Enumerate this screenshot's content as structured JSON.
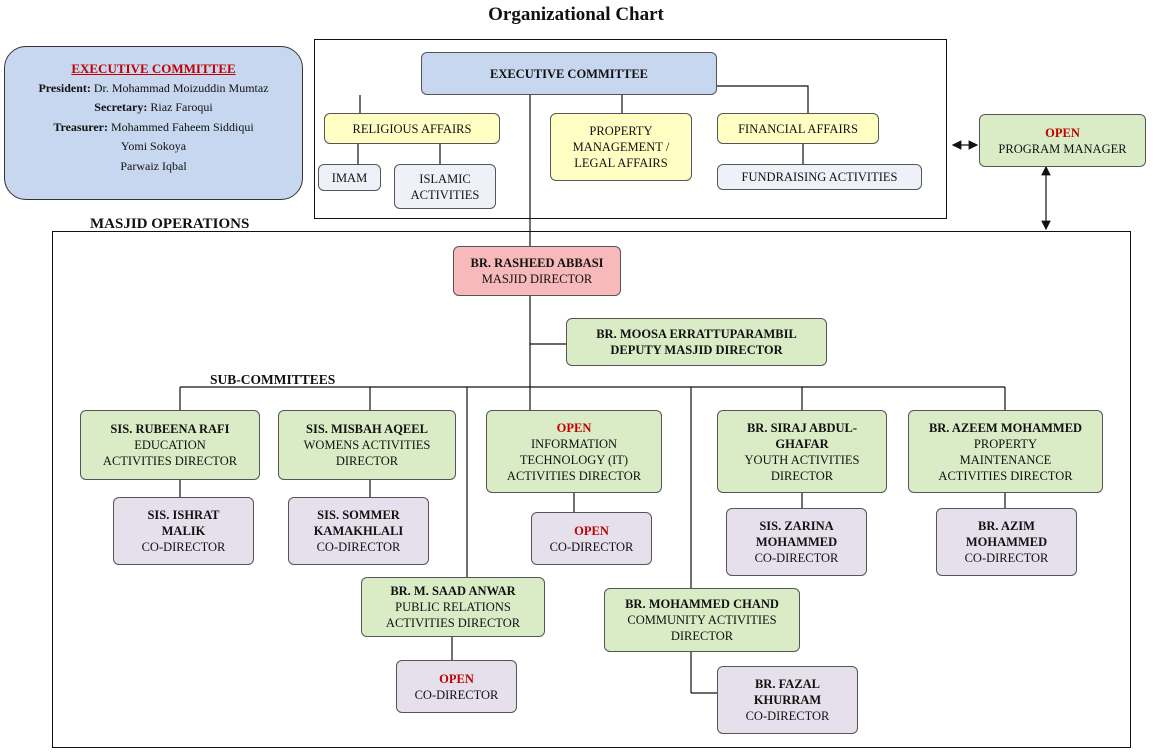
{
  "title": "Organizational Chart",
  "executive_card": {
    "heading": "EXECUTIVE COMMITTEE",
    "members": [
      {
        "role": "President:",
        "name": "Dr. Mohammad Moizuddin  Mumtaz"
      },
      {
        "role": "Secretary:",
        "name": "Riaz Faroqui"
      },
      {
        "role": "Treasurer:",
        "name": "Mohammed Faheem Siddiqui"
      },
      {
        "role": "",
        "name": "Yomi Sokoya"
      },
      {
        "role": "",
        "name": "Parwaiz Iqbal"
      }
    ]
  },
  "top": {
    "executive_committee": "EXECUTIVE COMMITTEE",
    "religious_affairs": "RELIGIOUS AFFAIRS",
    "imam": "IMAM",
    "islamic_activities": [
      "ISLAMIC",
      "ACTIVITIES"
    ],
    "property_legal": [
      "PROPERTY",
      "MANAGEMENT /",
      "LEGAL AFFAIRS"
    ],
    "financial_affairs": "FINANCIAL AFFAIRS",
    "fundraising": "FUNDRAISING ACTIVITIES"
  },
  "program_manager": {
    "status": "OPEN",
    "role": "PROGRAM MANAGER"
  },
  "operations_label": "MASJID OPERATIONS",
  "subcommittees_label": "SUB-COMMITTEES",
  "masjid_director": {
    "name": "BR. RASHEED ABBASI",
    "role": "MASJID DIRECTOR"
  },
  "deputy_director": {
    "name": "BR. MOOSA ERRATTUPARAMBIL",
    "role": "DEPUTY MASJID DIRECTOR"
  },
  "directors": {
    "education": {
      "name": "SIS. RUBEENA RAFI",
      "role": [
        "EDUCATION",
        "ACTIVITIES DIRECTOR"
      ]
    },
    "womens": {
      "name": "SIS. MISBAH AQEEL",
      "role": [
        "WOMENS ACTIVITIES",
        "DIRECTOR"
      ]
    },
    "it": {
      "name": "OPEN",
      "role": [
        "INFORMATION",
        "TECHNOLOGY (IT)",
        "ACTIVITIES DIRECTOR"
      ]
    },
    "youth": {
      "name": [
        "BR. SIRAJ ABDUL-",
        "GHAFAR"
      ],
      "role": [
        "YOUTH ACTIVITIES",
        "DIRECTOR"
      ]
    },
    "property": {
      "name": "BR. AZEEM MOHAMMED",
      "role": [
        "PROPERTY",
        "MAINTENANCE",
        "ACTIVITIES DIRECTOR"
      ]
    },
    "public_relations": {
      "name": "BR. M. SAAD ANWAR",
      "role": [
        "PUBLIC RELATIONS",
        "ACTIVITIES DIRECTOR"
      ]
    },
    "community": {
      "name": "BR. MOHAMMED CHAND",
      "role": [
        "COMMUNITY ACTIVITIES",
        "DIRECTOR"
      ]
    }
  },
  "co_directors": {
    "education": {
      "name": [
        "SIS. ISHRAT",
        "MALIK"
      ],
      "role": "CO-DIRECTOR"
    },
    "womens": {
      "name": [
        "SIS. SOMMER",
        "KAMAKHLALI"
      ],
      "role": "CO-DIRECTOR"
    },
    "it": {
      "name": [
        "OPEN"
      ],
      "role": "CO-DIRECTOR"
    },
    "youth": {
      "name": [
        "SIS. ZARINA",
        "MOHAMMED"
      ],
      "role": "CO-DIRECTOR"
    },
    "property": {
      "name": [
        "BR. AZIM",
        "MOHAMMED"
      ],
      "role": "CO-DIRECTOR"
    },
    "public_relations": {
      "name": [
        "OPEN"
      ],
      "role": "CO-DIRECTOR"
    },
    "community": {
      "name": [
        "BR. FAZAL",
        "KHURRAM"
      ],
      "role": "CO-DIRECTOR"
    }
  }
}
